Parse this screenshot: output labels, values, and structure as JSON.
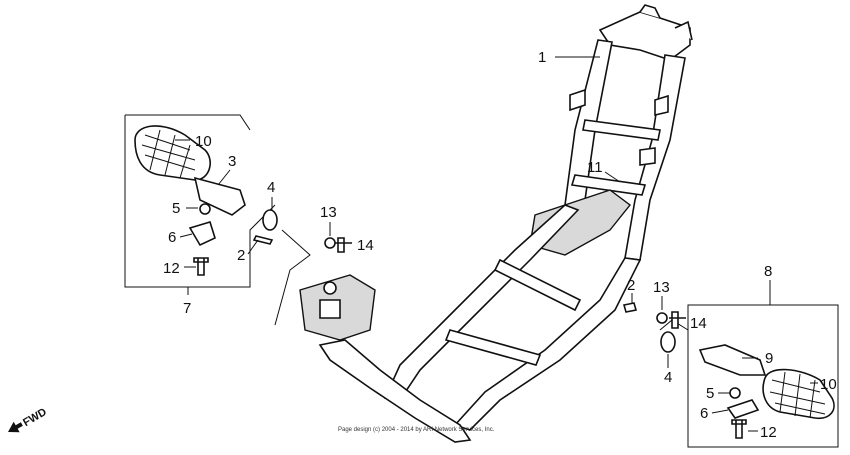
{
  "callouts": {
    "c1": "1",
    "c10_left": "10",
    "c3": "3",
    "c4_left": "4",
    "c5_left": "5",
    "c6_left": "6",
    "c12_left": "12",
    "c7": "7",
    "c2_left": "2",
    "c13_left": "13",
    "c14_left": "14",
    "c11": "11",
    "c8": "8",
    "c2_right": "2",
    "c13_right": "13",
    "c14_right": "14",
    "c9": "9",
    "c4_right": "4",
    "c5_right": "5",
    "c10_right": "10",
    "c6_right": "6",
    "c12_right": "12"
  },
  "direction_label": "FWD",
  "copyright": "Page design (c) 2004 - 2014 by ARI Network Services, Inc.",
  "colors": {
    "ink": "#111111",
    "background": "#ffffff"
  }
}
